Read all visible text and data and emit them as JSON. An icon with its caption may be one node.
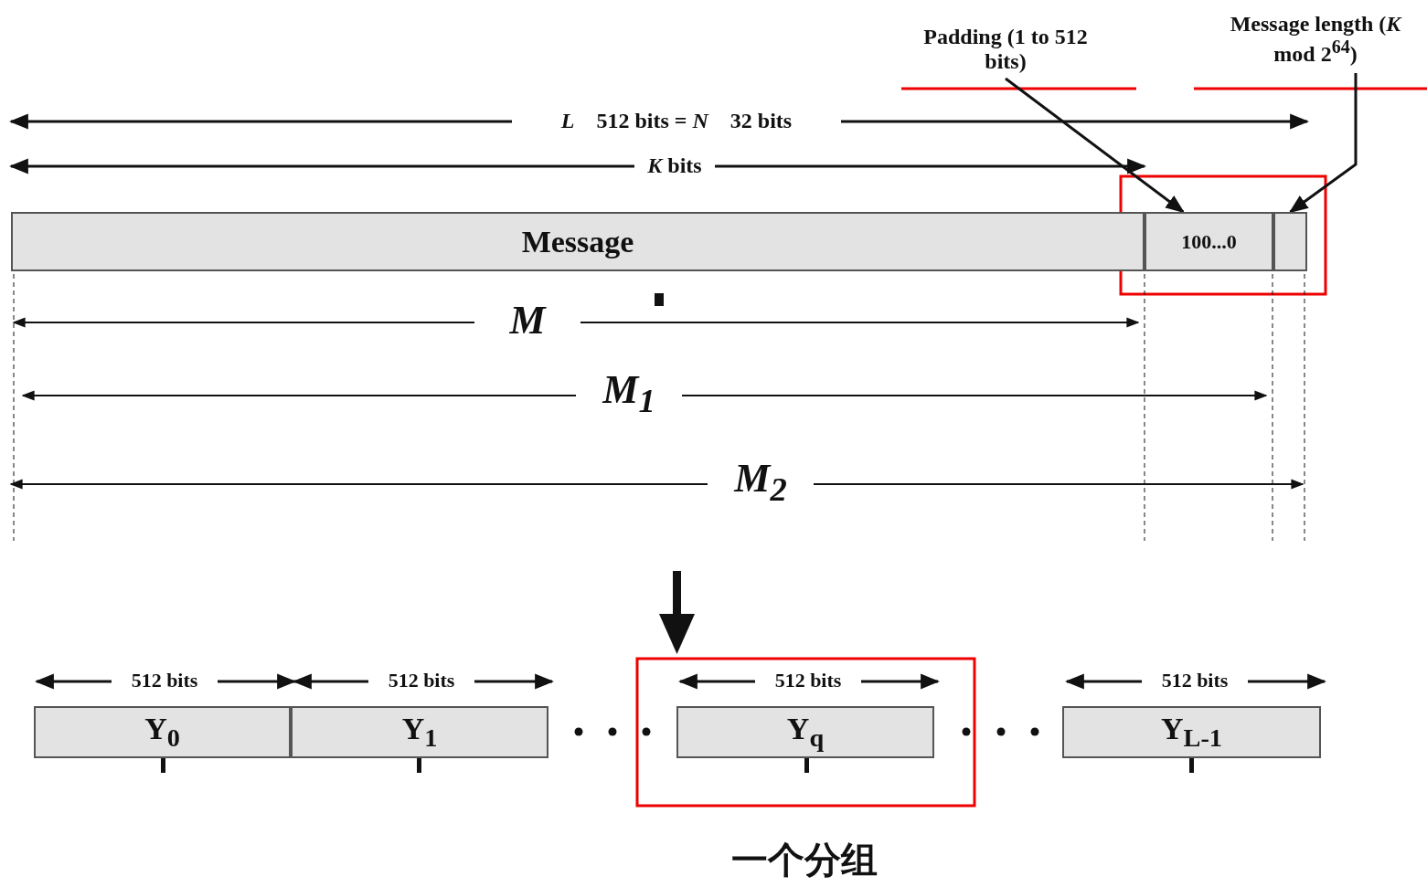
{
  "diagram": {
    "caption": "一个分组",
    "nodes": [
      {
        "text": [
          "Message"
        ]
      },
      {
        "text": [
          "100...0"
        ]
      },
      {
        "text": [],
        "shape": "box"
      },
      {
        "text": [
          "Padding (1 to 512 bits)"
        ]
      },
      {
        "text": [
          "Message length (*K* mod 2$^{64}$)"
        ]
      },
      {
        "text": [
          "Y$_{0}$"
        ]
      },
      {
        "text": [
          "Y$_{1}$"
        ]
      },
      {
        "text": [
          "Y$_{q}$"
        ]
      },
      {
        "text": [
          "Y$_{L-1}$"
        ]
      }
    ],
    "edges": [
      {
        "from": 3,
        "to": 1,
        "arrow": "to"
      },
      {
        "from": 4,
        "to": 2,
        "arrow": "to"
      }
    ],
    "labels": [
      "*L*    512 bits = *N*    32 bits",
      "*K* bits",
      "M",
      "M$_{1}$",
      "M$_{2}$",
      "512 bits",
      "512 bits",
      "512 bits",
      "512 bits"
    ]
  }
}
